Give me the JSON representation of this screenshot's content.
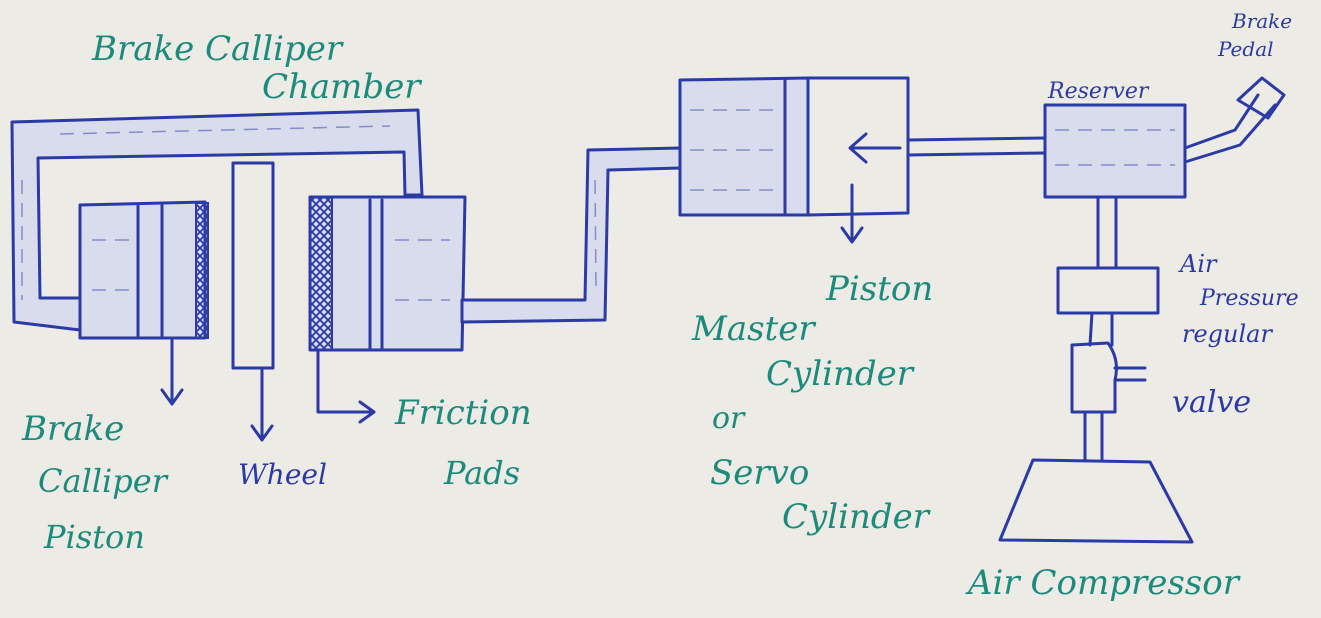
{
  "colors": {
    "paper": "#ecebe6",
    "ink_blue": "#2c3aa6",
    "ink_green": "#1d8b7b",
    "fluid_fill": "#d8dcec"
  },
  "labels": {
    "brake_caliper_chamber_line1": "Brake Calliper",
    "brake_caliper_chamber_line2": "Chamber",
    "reservoir": "Reserver",
    "brake_pedal_line1": "Brake",
    "brake_pedal_line2": "Pedal",
    "piston": "Piston",
    "air_pressure_regulator_line1": "Air",
    "air_pressure_regulator_line2": "Pressure",
    "air_pressure_regulator_line3": "regular",
    "valve": "valve",
    "master_cylinder_line1": "Master",
    "master_cylinder_line2": "Cylinder",
    "or": "or",
    "servo_cylinder_line1": "Servo",
    "servo_cylinder_line2": "Cylinder",
    "caliper_piston_line1": "Brake",
    "caliper_piston_line2": "Calliper",
    "caliper_piston_line3": "Piston",
    "wheel": "Wheel",
    "friction_pads_line1": "Friction",
    "friction_pads_line2": "Pads",
    "air_compressor": "Air Compressor"
  }
}
